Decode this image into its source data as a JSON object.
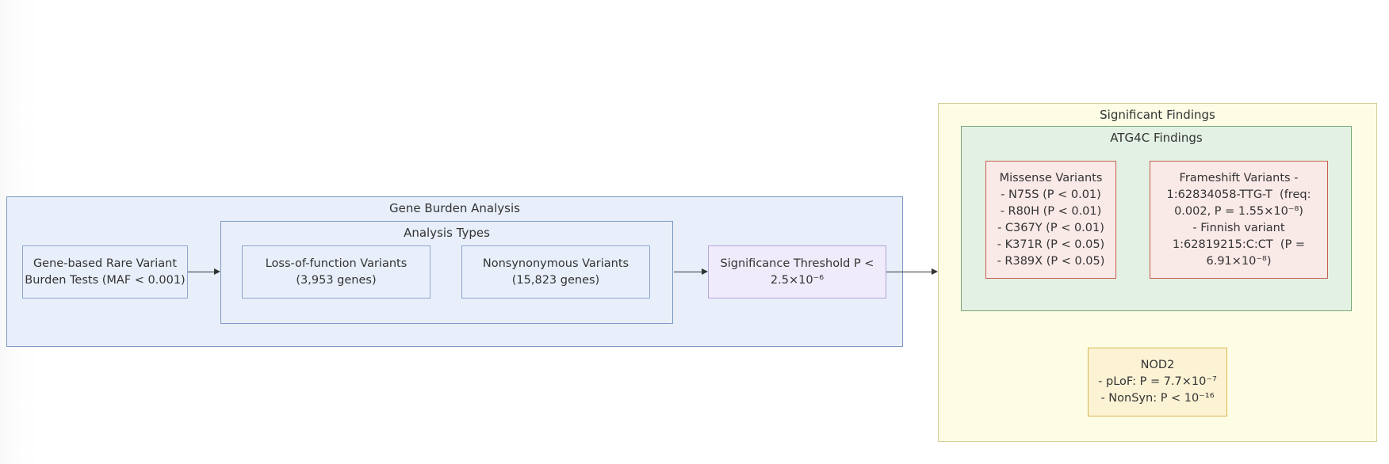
{
  "colors": {
    "blue_fill": "#E9EFFA",
    "blue_stroke": "#7D99C4",
    "inner_blue_stroke": "#8AA5CC",
    "purple_fill": "#F0EBFA",
    "purple_stroke": "#B6A3DB",
    "yellow_fill": "#FDFCE5",
    "yellow_stroke": "#D1CD94",
    "green_fill": "#E3F1E4",
    "green_stroke": "#74A874",
    "pink_fill": "#F9E9E7",
    "pink_stroke": "#C4604D",
    "gold_fill": "#FCF3D5",
    "gold_stroke": "#D8B74F",
    "arrow": "#333333",
    "text": "#333333"
  },
  "flowchart": {
    "gene_burden": {
      "title": "Gene Burden Analysis",
      "burden_tests": {
        "lines": [
          "Gene-based Rare Variant",
          "Burden Tests (MAF < 0.001)"
        ]
      },
      "analysis_types": {
        "title": "Analysis Types",
        "lof": {
          "lines": [
            "Loss-of-function Variants",
            "(3,953 genes)"
          ]
        },
        "nonsyn": {
          "lines": [
            "Nonsynonymous Variants",
            "(15,823 genes)"
          ]
        }
      },
      "threshold": {
        "lines": [
          "Significance Threshold P <",
          "2.5×10⁻⁶"
        ]
      }
    },
    "significant_findings": {
      "title": "Significant Findings",
      "atg4c": {
        "title": "ATG4C Findings",
        "missense": {
          "lines": [
            "Missense Variants",
            "- N75S (P < 0.01)",
            "- R80H (P < 0.01)",
            "- C367Y (P < 0.01)",
            "- K371R (P < 0.05)",
            "- R389X (P < 0.05)"
          ]
        },
        "frameshift": {
          "lines": [
            "Frameshift Variants -",
            "1:62834058-TTG-T  (freq:",
            "0.002, P = 1.55×10⁻⁸)",
            "- Finnish variant",
            "1:62819215:C:CT  (P =",
            "6.91×10⁻⁸)"
          ]
        }
      },
      "nod2": {
        "lines": [
          "NOD2",
          "- pLoF: P = 7.7×10⁻⁷",
          "- NonSyn: P < 10⁻¹⁶"
        ]
      }
    }
  }
}
